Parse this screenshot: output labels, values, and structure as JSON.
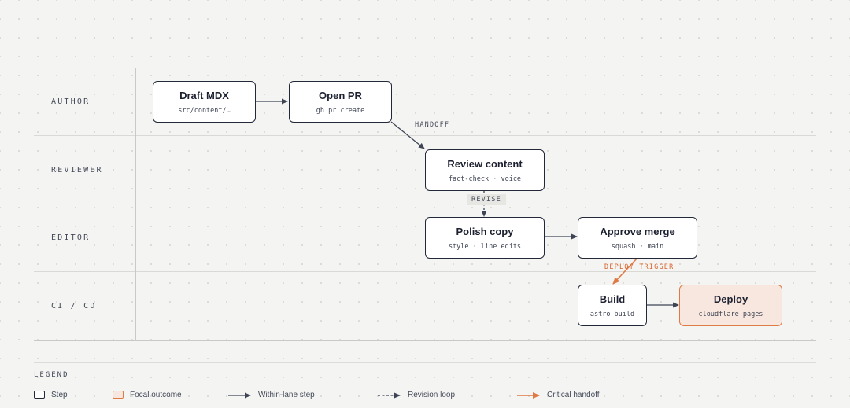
{
  "lanes": [
    {
      "label": "AUTHOR"
    },
    {
      "label": "REVIEWER"
    },
    {
      "label": "EDITOR"
    },
    {
      "label": "CI / CD"
    }
  ],
  "nodes": {
    "draft_mdx": {
      "title": "Draft MDX",
      "subtitle": "src/content/…"
    },
    "open_pr": {
      "title": "Open PR",
      "subtitle": "gh pr create"
    },
    "review_content": {
      "title": "Review content",
      "subtitle": "fact-check · voice"
    },
    "polish_copy": {
      "title": "Polish copy",
      "subtitle": "style · line edits"
    },
    "approve_merge": {
      "title": "Approve merge",
      "subtitle": "squash · main"
    },
    "build": {
      "title": "Build",
      "subtitle": "astro build"
    },
    "deploy": {
      "title": "Deploy",
      "subtitle": "cloudflare pages"
    }
  },
  "edge_labels": {
    "handoff": "HANDOFF",
    "revise": "REVISE",
    "deploy_trigger": "DEPLOY TRIGGER"
  },
  "legend": {
    "title": "LEGEND",
    "step": "Step",
    "focal": "Focal outcome",
    "within_lane": "Within-lane step",
    "revision": "Revision loop",
    "critical": "Critical handoff"
  },
  "colors": {
    "ink": "#232838",
    "critical": "#e07a45",
    "focal_fill": "#f7e7df"
  }
}
